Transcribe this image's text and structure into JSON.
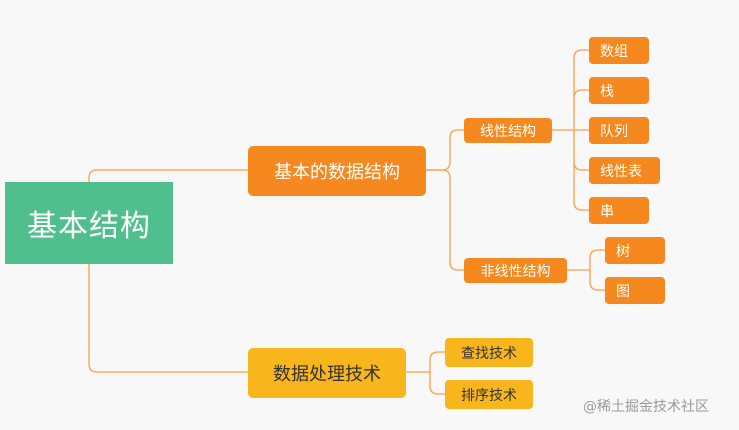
{
  "root": {
    "label": "基本结构"
  },
  "branches": {
    "data_structures": {
      "label": "基本的数据结构"
    },
    "data_processing": {
      "label": "数据处理技术"
    }
  },
  "subbranches": {
    "linear": {
      "label": "线性结构"
    },
    "nonlinear": {
      "label": "非线性结构"
    }
  },
  "leaves": {
    "linear": [
      "数组",
      "栈",
      "队列",
      "线性表",
      "串"
    ],
    "nonlinear": [
      "树",
      "图"
    ],
    "processing": [
      "查找技术",
      "排序技术"
    ]
  },
  "watermark": {
    "text": "@稀土掘金技术社区"
  },
  "colors": {
    "root": "#4fc08d",
    "orange": "#f5881f",
    "yellow": "#f8b51c",
    "line": "#f5a04a"
  }
}
